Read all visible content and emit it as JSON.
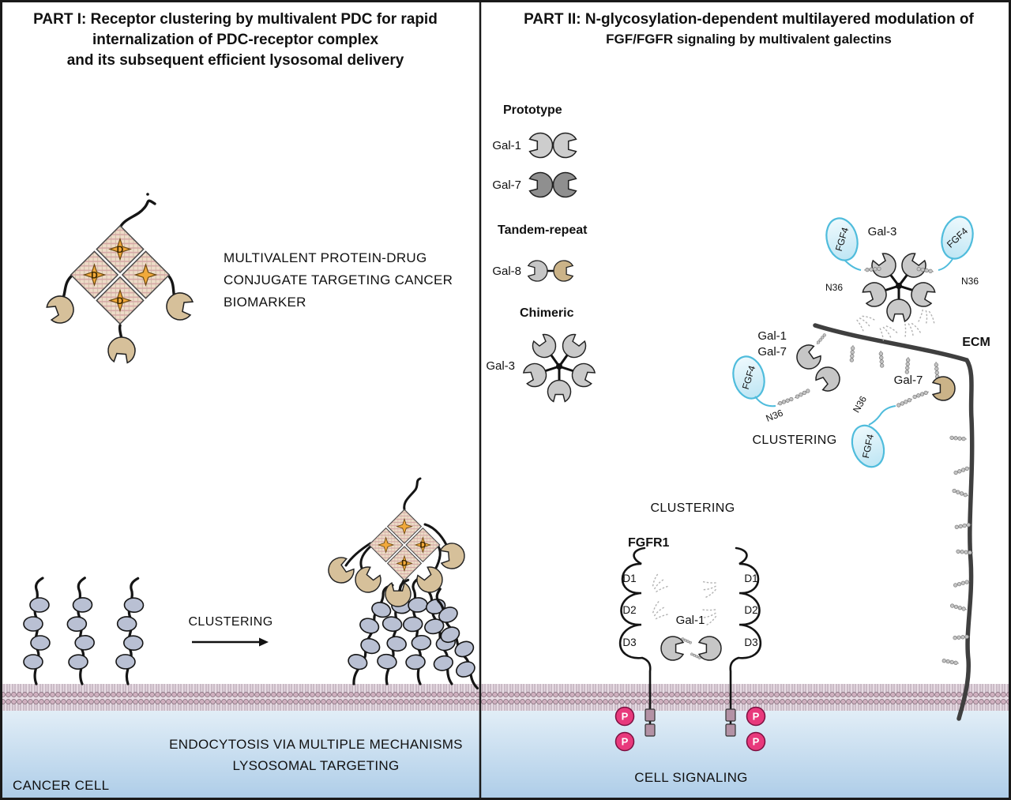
{
  "palette": {
    "star_orange": "#f2a93b",
    "tan": "#d6c09a",
    "receptor_gray_blue": "#b9c0d3",
    "galectin_gray": "#c9c9c9",
    "galectin_dark_gray": "#8f8f8f",
    "galectin_tan": "#cbb388",
    "glycan_cyan": "#4fbcdc",
    "phospho_pink": "#e8397c",
    "membrane_mauve": "#cfb0bf",
    "cell_blue": "#b3d0e9",
    "ecm_dark": "#3f3f3f"
  },
  "part1": {
    "title_lines": [
      "PART I: Receptor clustering by multivalent PDC for rapid",
      "internalization of PDC-receptor complex",
      "and its subsequent efficient lysosomal delivery"
    ],
    "pdc_caption_lines": [
      "MULTIVALENT PROTEIN-DRUG",
      "CONJUGATE TARGETING CANCER",
      "BIOMARKER"
    ],
    "drug_label": "D",
    "clustering_label": "CLUSTERING",
    "endocytosis_lines": [
      "ENDOCYTOSIS VIA MULTIPLE MECHANISMS",
      "LYSOSOMAL TARGETING"
    ],
    "cell_label": "CANCER CELL"
  },
  "part2": {
    "title_lines": [
      "PART II: N-glycosylation-dependent multilayered modulation of",
      "FGF/FGFR signaling by multivalent galectins"
    ],
    "legend": {
      "prototype_heading": "Prototype",
      "gal1_label": "Gal-1",
      "gal7_label": "Gal-7",
      "tandem_heading": "Tandem-repeat",
      "gal8_label": "Gal-8",
      "chimeric_heading": "Chimeric",
      "gal3_label": "Gal-3"
    },
    "gal3_cluster_label": "Gal-3",
    "gal1_gal7_lines": [
      "Gal-1",
      "Gal-7"
    ],
    "gal7_right_label": "Gal-7",
    "fgf4_label": "FGF4",
    "n36_label": "N36",
    "ecm_label": "ECM",
    "clustering_upper": "CLUSTERING",
    "clustering_lower": "CLUSTERING",
    "fgfr1_label": "FGFR1",
    "domain_labels": {
      "d1": "D1",
      "d2": "D2",
      "d3": "D3"
    },
    "gal1_center_label": "Gal-1",
    "phospho_label": "P",
    "cell_signaling_label": "CELL SIGNALING"
  }
}
